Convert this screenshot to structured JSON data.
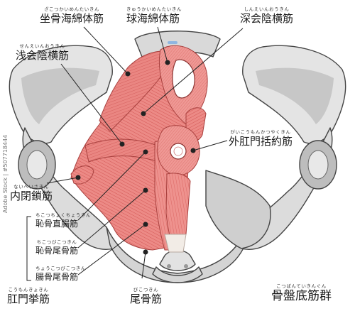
{
  "labels": {
    "ischiocavernosus": {
      "ruby": "ざこつかいめんたいきん",
      "text": "坐骨海綿体筋"
    },
    "bulbospongiosus": {
      "ruby": "きゅうかいめんたいきん",
      "text": "球海綿体筋"
    },
    "deep_transverse": {
      "ruby": "しんえいんおうきん",
      "text": "深会陰横筋"
    },
    "superficial_transverse": {
      "ruby": "せんえいんおうきん",
      "text": "浅会陰横筋"
    },
    "external_sphincter": {
      "ruby": "がいこうもんかつやくきん",
      "text": "外肛門括約筋"
    },
    "obturator_internus": {
      "ruby": "ないへいさきん",
      "text": "内閉鎖筋"
    },
    "puborectalis": {
      "ruby": "ちこつちょくちょうきん",
      "text": "恥骨直腸筋"
    },
    "pubococcygeus": {
      "ruby": "ちこつびこつきん",
      "text": "恥骨尾骨筋"
    },
    "iliococcygeus": {
      "ruby": "ちょうこつびこつきん",
      "text": "腸骨尾骨筋"
    },
    "levator_ani": {
      "ruby": "こうもんきょきん",
      "text": "肛門挙筋"
    },
    "coccygeus": {
      "ruby": "びこつきん",
      "text": "尾骨筋"
    },
    "title": {
      "ruby": "こつばんていきんぐん",
      "text": "骨盤底筋群"
    }
  },
  "watermark": "Adobe Stock | #507718444",
  "colors": {
    "bone_fill": "#e6e6e6",
    "bone_shade": "#b9b9b9",
    "bone_stroke": "#444444",
    "muscle": "#ec8a86",
    "muscle_dark": "#d65a58",
    "tendon": "#f2ece6",
    "leader": "#222222"
  }
}
